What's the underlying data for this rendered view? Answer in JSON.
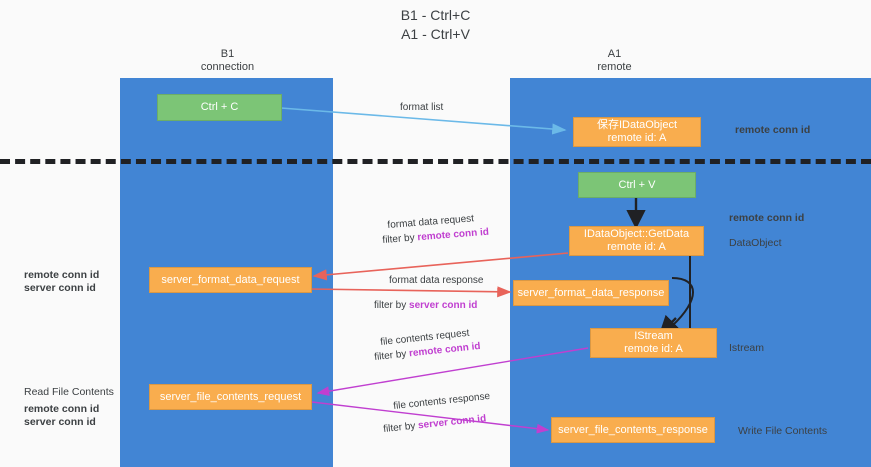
{
  "title": {
    "line1": "B1 - Ctrl+C",
    "line2": "A1 - Ctrl+V"
  },
  "lanes": [
    {
      "name": "left-lane",
      "title_line1": "B1",
      "title_line2": "connection"
    },
    {
      "name": "right-lane",
      "title_line1": "A1",
      "title_line2": "remote"
    }
  ],
  "colors": {
    "lane": "#4285d4",
    "green_node": "#7cc576",
    "orange_node": "#f9ad4e",
    "purple_text": "#c03fd0",
    "green_text": "#6aa84f",
    "arrow_blue": "#6bb9e8",
    "arrow_red": "#e8635a",
    "arrow_black": "#202124",
    "arrow_magenta": "#c03fd0",
    "divider": "#202124",
    "background": "#fafafa"
  },
  "nodes": {
    "ctrl_c": {
      "label": "Ctrl + C"
    },
    "save_idataobject": {
      "line1": "保存IDataObject",
      "line2": "remote id: A"
    },
    "ctrl_v": {
      "label": "Ctrl + V"
    },
    "getdata": {
      "line1": "IDataObject::GetData",
      "line2": "remote id: A"
    },
    "server_format_data_request": {
      "label": "server_format_data_request"
    },
    "server_format_data_response": {
      "label": "server_format_data_response"
    },
    "istream": {
      "line1": "IStream",
      "line2": "remote id: A"
    },
    "server_file_contents_request": {
      "label": "server_file_contents_request"
    },
    "server_file_contents_response": {
      "label": "server_file_contents_response"
    }
  },
  "edge_labels": {
    "format_list": "format list",
    "format_data_request": "format data request",
    "format_data_request_filter_prefix": "filter by ",
    "format_data_request_filter_key": "remote conn id",
    "format_data_response": "format data response",
    "format_data_response_filter_prefix": "filter by ",
    "format_data_response_filter_key": "server conn id",
    "file_contents_request": "file contents request",
    "file_contents_request_filter_prefix": "filter by ",
    "file_contents_request_filter_key": "remote conn id",
    "file_contents_response": "file contents response",
    "file_contents_response_filter_prefix": "filter by ",
    "file_contents_response_filter_key": "server conn id"
  },
  "annotations": {
    "right_remote_conn_id_top": "remote conn id",
    "right_remote_conn_id_mid": "remote conn id",
    "right_dataobject": "DataObject",
    "right_istream": "Istream",
    "right_write_file_contents": "Write File Contents",
    "left_remote_conn_id_mid": "remote conn id",
    "left_server_conn_id_mid": "server conn id",
    "left_read_file_contents": "Read File Contents",
    "left_remote_conn_id_bottom": "remote conn id",
    "left_server_conn_id_bottom": "server conn id"
  }
}
